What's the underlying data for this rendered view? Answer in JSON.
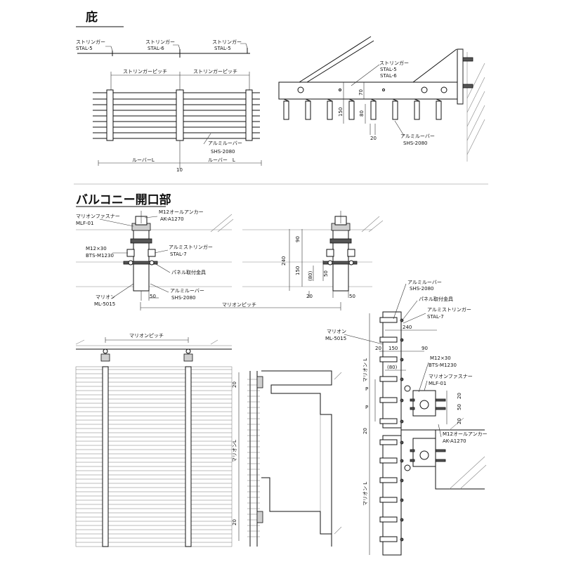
{
  "sections": {
    "eaves": {
      "title": "庇"
    },
    "balcony": {
      "title": "バルコニー開口部"
    }
  },
  "labels": {
    "stringer": "ストリンガー",
    "stal5": "STAL-5",
    "stal6": "STAL-6",
    "stringer_pitch": "ストリンガーピッチ",
    "al_louver": "アルミルーバー",
    "shs2080": "SHS-2080",
    "louver_l": "ルーバーL",
    "louver_l2": "ルーバー　L",
    "ten": "10",
    "mullion_fastener": "マリオンファスナー",
    "mlf01": "MLF-01",
    "m12_all_anchor": "M12オールアンカー",
    "ak_a1270": "AK-A1270",
    "m12x30": "M12×30",
    "bts_m1230": "BTS-M1230",
    "al_stringer": "アルミストリンガー",
    "stal7": "STAL-7",
    "panel_bracket": "パネル取付金具",
    "mullion": "マリオン",
    "ml5015": "ML-5015",
    "mullion_pitch": "マリオンピッチ",
    "mullion_l": "マリオンL",
    "mullion_l2": "マリオン L",
    "p": "P"
  },
  "dims": {
    "d70": "70",
    "d150": "150",
    "d80": "80",
    "d20": "20",
    "d90": "90",
    "d240": "240",
    "d80p": "(80)",
    "d50": "50"
  }
}
